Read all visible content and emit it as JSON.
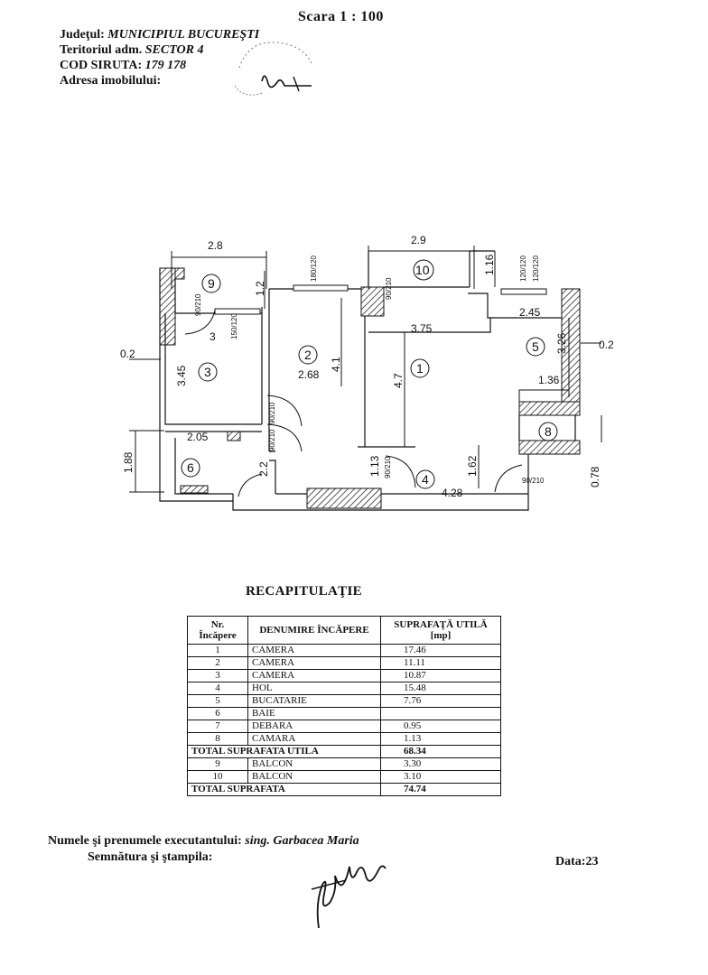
{
  "header": {
    "scale": "Scara  1 : 100",
    "judet_label": "Judeţul:",
    "judet_value": "MUNICIPIUL BUCUREŞTI",
    "teritoriu_label": "Teritoriul adm.",
    "teritoriu_value": "SECTOR 4",
    "siruta_label": "COD SIRUTA:",
    "siruta_value": "179 178",
    "adresa_label": "Adresa imobilului:"
  },
  "plan": {
    "dimensions": [
      "2.8",
      "2.9",
      "1.16",
      "1.2",
      "3",
      "3.45",
      "0.2",
      "4.1",
      "2.68",
      "3.75",
      "4.7",
      "2.45",
      "3.26",
      "1.36",
      "0.2",
      "2.05",
      "1.88",
      "2.2",
      "1.13",
      "1.62",
      "4.28",
      "0.78"
    ],
    "openings": [
      "90/210",
      "150/120",
      "180/120",
      "90/210",
      "120/120",
      "120/120",
      "90/210",
      "90/210",
      "90/210",
      "90/210"
    ],
    "rooms": [
      "1",
      "2",
      "3",
      "4",
      "5",
      "6",
      "8",
      "9",
      "10"
    ]
  },
  "recap": {
    "title": "RECAPITULAŢIE",
    "headers": {
      "nr": "Nr. Încăpere",
      "name": "DENUMIRE ÎNCĂPERE",
      "area": "SUPRAFAŢĂ UTILĂ [mp]"
    },
    "rows": [
      {
        "nr": "1",
        "name": "CAMERA",
        "area": "17.46"
      },
      {
        "nr": "2",
        "name": "CAMERA",
        "area": "11.11"
      },
      {
        "nr": "3",
        "name": "CAMERA",
        "area": "10.87"
      },
      {
        "nr": "4",
        "name": "HOL",
        "area": "15.48"
      },
      {
        "nr": "5",
        "name": "BUCATARIE",
        "area": "7.76"
      },
      {
        "nr": "6",
        "name": "BAIE",
        "area": ""
      },
      {
        "nr": "7",
        "name": "DEBARA",
        "area": "0.95"
      },
      {
        "nr": "8",
        "name": "CAMARA",
        "area": "1.13"
      }
    ],
    "total_util_label": "TOTAL SUPRAFATA UTILA",
    "total_util_value": "68.34",
    "balcony_rows": [
      {
        "nr": "9",
        "name": "BALCON",
        "area": "3.30"
      },
      {
        "nr": "10",
        "name": "BALCON",
        "area": "3.10"
      }
    ],
    "total_label": "TOTAL SUPRAFATA",
    "total_value": "74.74"
  },
  "footer": {
    "exec_label": "Numele şi prenumele executantului:",
    "exec_value": "sing. Garbacea Maria",
    "sign_label": "Semnătura şi ştampila:",
    "date_label": "Data:",
    "date_value": "23"
  }
}
